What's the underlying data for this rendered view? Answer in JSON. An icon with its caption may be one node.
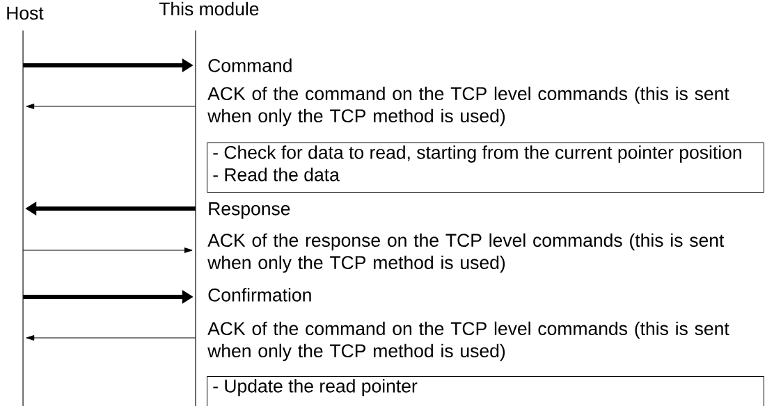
{
  "diagram": {
    "nodes": [
      {
        "text": [
          "Host"
        ]
      },
      {
        "text": [
          "This module"
        ]
      },
      {
        "text": [
          "- Check for data to read, starting from the current pointer position",
          "- Read the data"
        ]
      },
      {
        "text": [
          "- Update the read pointer"
        ]
      }
    ],
    "edges": [
      {
        "from": 0,
        "to": 1,
        "arrow": "to",
        "style": "thick",
        "label": "Command"
      },
      {
        "from": 1,
        "to": 0,
        "arrow": "to",
        "label": "ACK of the command on the TCP level commands (this is sent when only the TCP method is used)"
      },
      {
        "from": 1,
        "to": 0,
        "arrow": "to",
        "style": "thick",
        "label": "Response"
      },
      {
        "from": 0,
        "to": 1,
        "arrow": "to",
        "label": "ACK of the response on the TCP level commands (this is sent when only the TCP method is used)"
      },
      {
        "from": 0,
        "to": 1,
        "arrow": "to",
        "style": "thick",
        "label": "Confirmation"
      },
      {
        "from": 1,
        "to": 0,
        "arrow": "to",
        "label": "ACK of the command on the TCP level commands (this is sent when only the TCP method is used)"
      }
    ]
  }
}
